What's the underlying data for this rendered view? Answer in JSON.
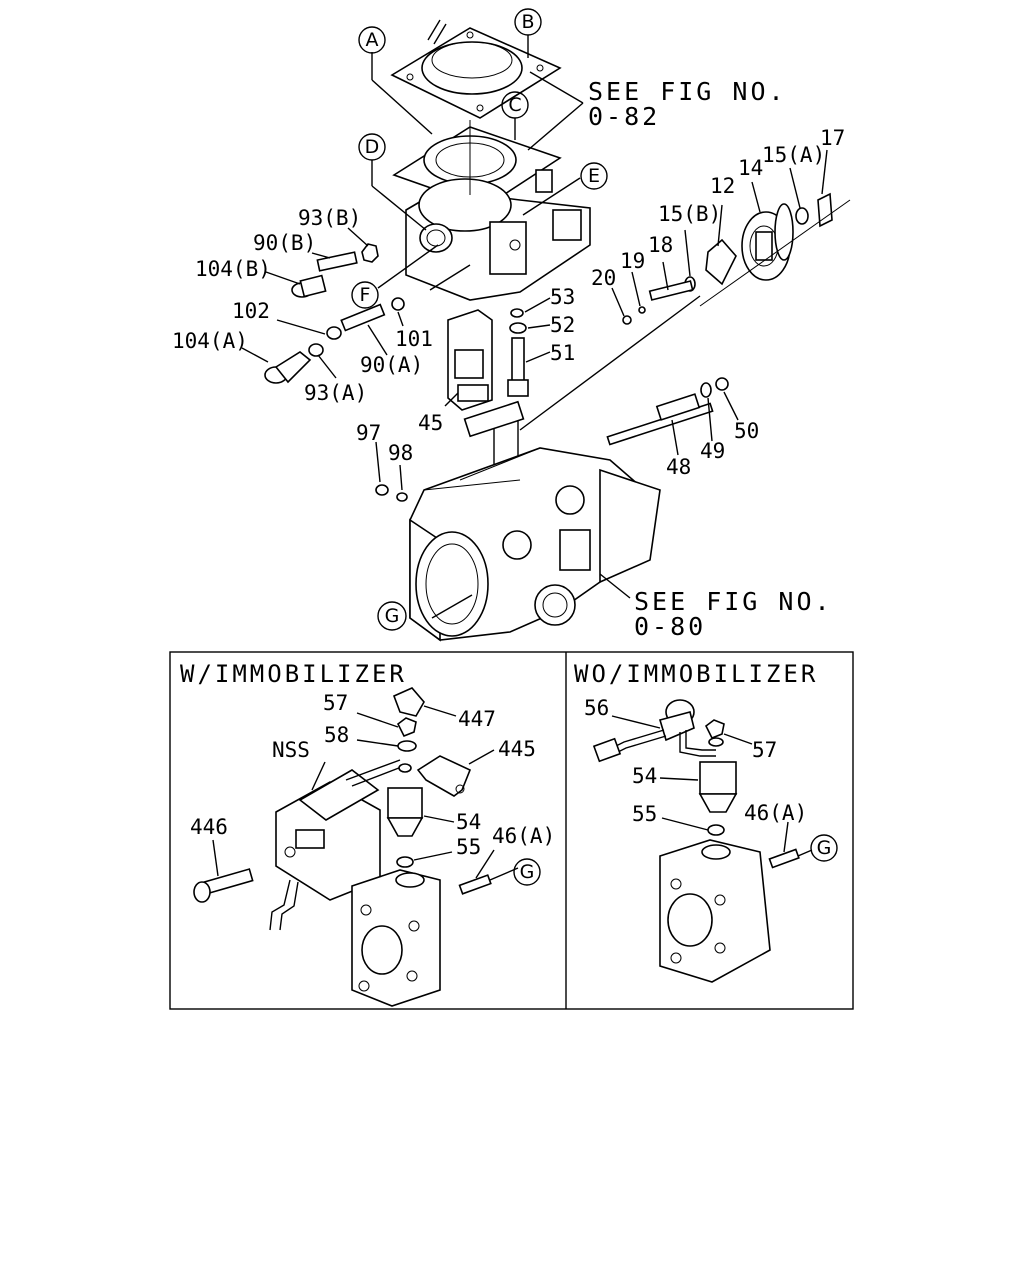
{
  "refs": {
    "see_fig_1_line1": "SEE FIG NO.",
    "see_fig_1_line2": "0-82",
    "see_fig_2_line1": "SEE FIG NO.",
    "see_fig_2_line2": "0-80"
  },
  "circled": {
    "A": "A",
    "B": "B",
    "C": "C",
    "D": "D",
    "E": "E",
    "F": "F",
    "G": "G",
    "G_panel1": "G",
    "G_panel2": "G"
  },
  "parts": {
    "p93B": "93(B)",
    "p90B": "90(B)",
    "p104B": "104(B)",
    "p102": "102",
    "p104A": "104(A)",
    "p93A": "93(A)",
    "p90A": "90(A)",
    "p101": "101",
    "p45": "45",
    "p53": "53",
    "p52": "52",
    "p51": "51",
    "p97": "97",
    "p98": "98",
    "p48": "48",
    "p49": "49",
    "p50": "50",
    "p20": "20",
    "p19": "19",
    "p18": "18",
    "p15B": "15(B)",
    "p12": "12",
    "p14": "14",
    "p15A": "15(A)",
    "p17": "17"
  },
  "panel_left": {
    "title": "W/IMMOBILIZER",
    "labels": {
      "p57": "57",
      "p58": "58",
      "p447": "447",
      "pNSS": "NSS",
      "p445": "445",
      "p446": "446",
      "p54": "54",
      "p55": "55",
      "p46A": "46(A)"
    }
  },
  "panel_right": {
    "title": "WO/IMMOBILIZER",
    "labels": {
      "p56": "56",
      "p57": "57",
      "p54": "54",
      "p55": "55",
      "p46A": "46(A)"
    }
  }
}
